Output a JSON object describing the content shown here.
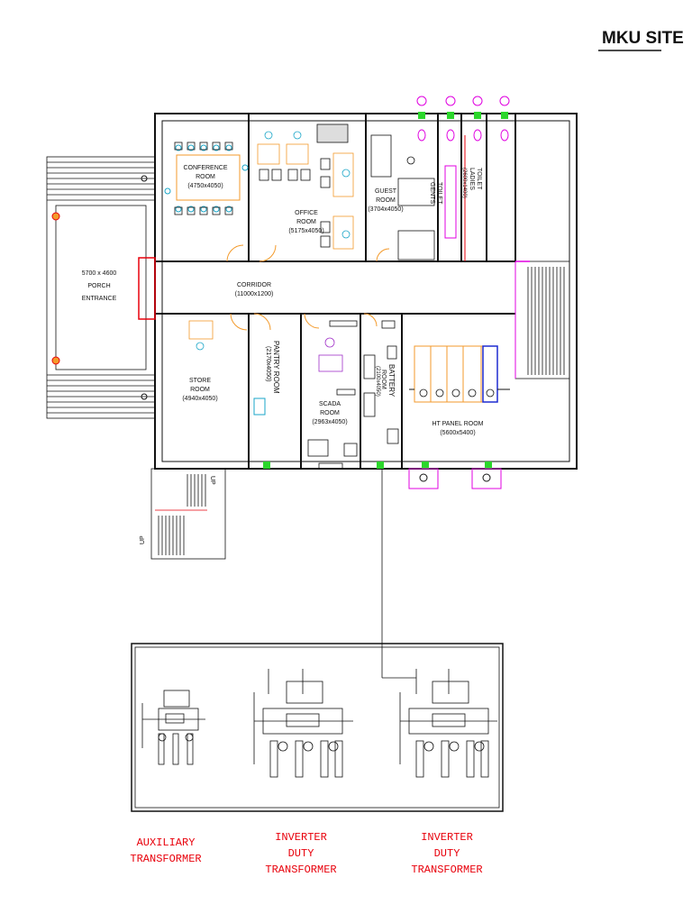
{
  "title": "MKU SITE",
  "rooms": {
    "conference": {
      "name": "CONFERENCE ROOM",
      "line1": "CONFERENCE",
      "line2": "ROOM",
      "size": "(4750x4050)"
    },
    "office": {
      "line1": "OFFICE",
      "line2": "ROOM",
      "size": "(5175x4050)"
    },
    "guest": {
      "line1": "GUEST",
      "line2": "ROOM",
      "size": "(3704x4050)"
    },
    "toilet_gents": {
      "line1": "TOILET",
      "line2": "GENTS"
    },
    "toilet_ladies": {
      "line1": "TOILET",
      "line2": "LADIES",
      "size": "(2600x1400)"
    },
    "porch": {
      "size": "5700 x 4600",
      "line1": "PORCH",
      "line2": "ENTRANCE"
    },
    "corridor": {
      "line1": "CORRIDOR",
      "size": "(11000x1200)"
    },
    "store": {
      "line1": "STORE",
      "line2": "ROOM",
      "size": "(4940x4050)"
    },
    "pantry": {
      "line1": "PANTRY ROOM",
      "size": "(2170x4050)"
    },
    "scada": {
      "line1": "SCADA",
      "line2": "ROOM",
      "size": "(2963x4050)"
    },
    "battery": {
      "line1": "BATTERY",
      "line2": "ROOM",
      "size": "(2100x4050)"
    },
    "ht_panel": {
      "line1": "HT PANEL ROOM",
      "size": "(5600x5400)"
    }
  },
  "stairs": {
    "up1": "UP",
    "up2": "UP"
  },
  "transformers": {
    "auxiliary": {
      "line1": "AUXILIARY",
      "line2": "TRANSFORMER"
    },
    "inverter1": {
      "line1": "INVERTER",
      "line2": "DUTY",
      "line3": "TRANSFORMER"
    },
    "inverter2": {
      "line1": "INVERTER",
      "line2": "DUTY",
      "line3": "TRANSFORMER"
    }
  },
  "colors": {
    "wall": "#111111",
    "accent_red": "#e8000b",
    "green": "#2bd62b",
    "magenta": "#e000e0",
    "cyan": "#1aa6c8",
    "orange": "#f39a2b",
    "blue": "#1e2bd0"
  }
}
